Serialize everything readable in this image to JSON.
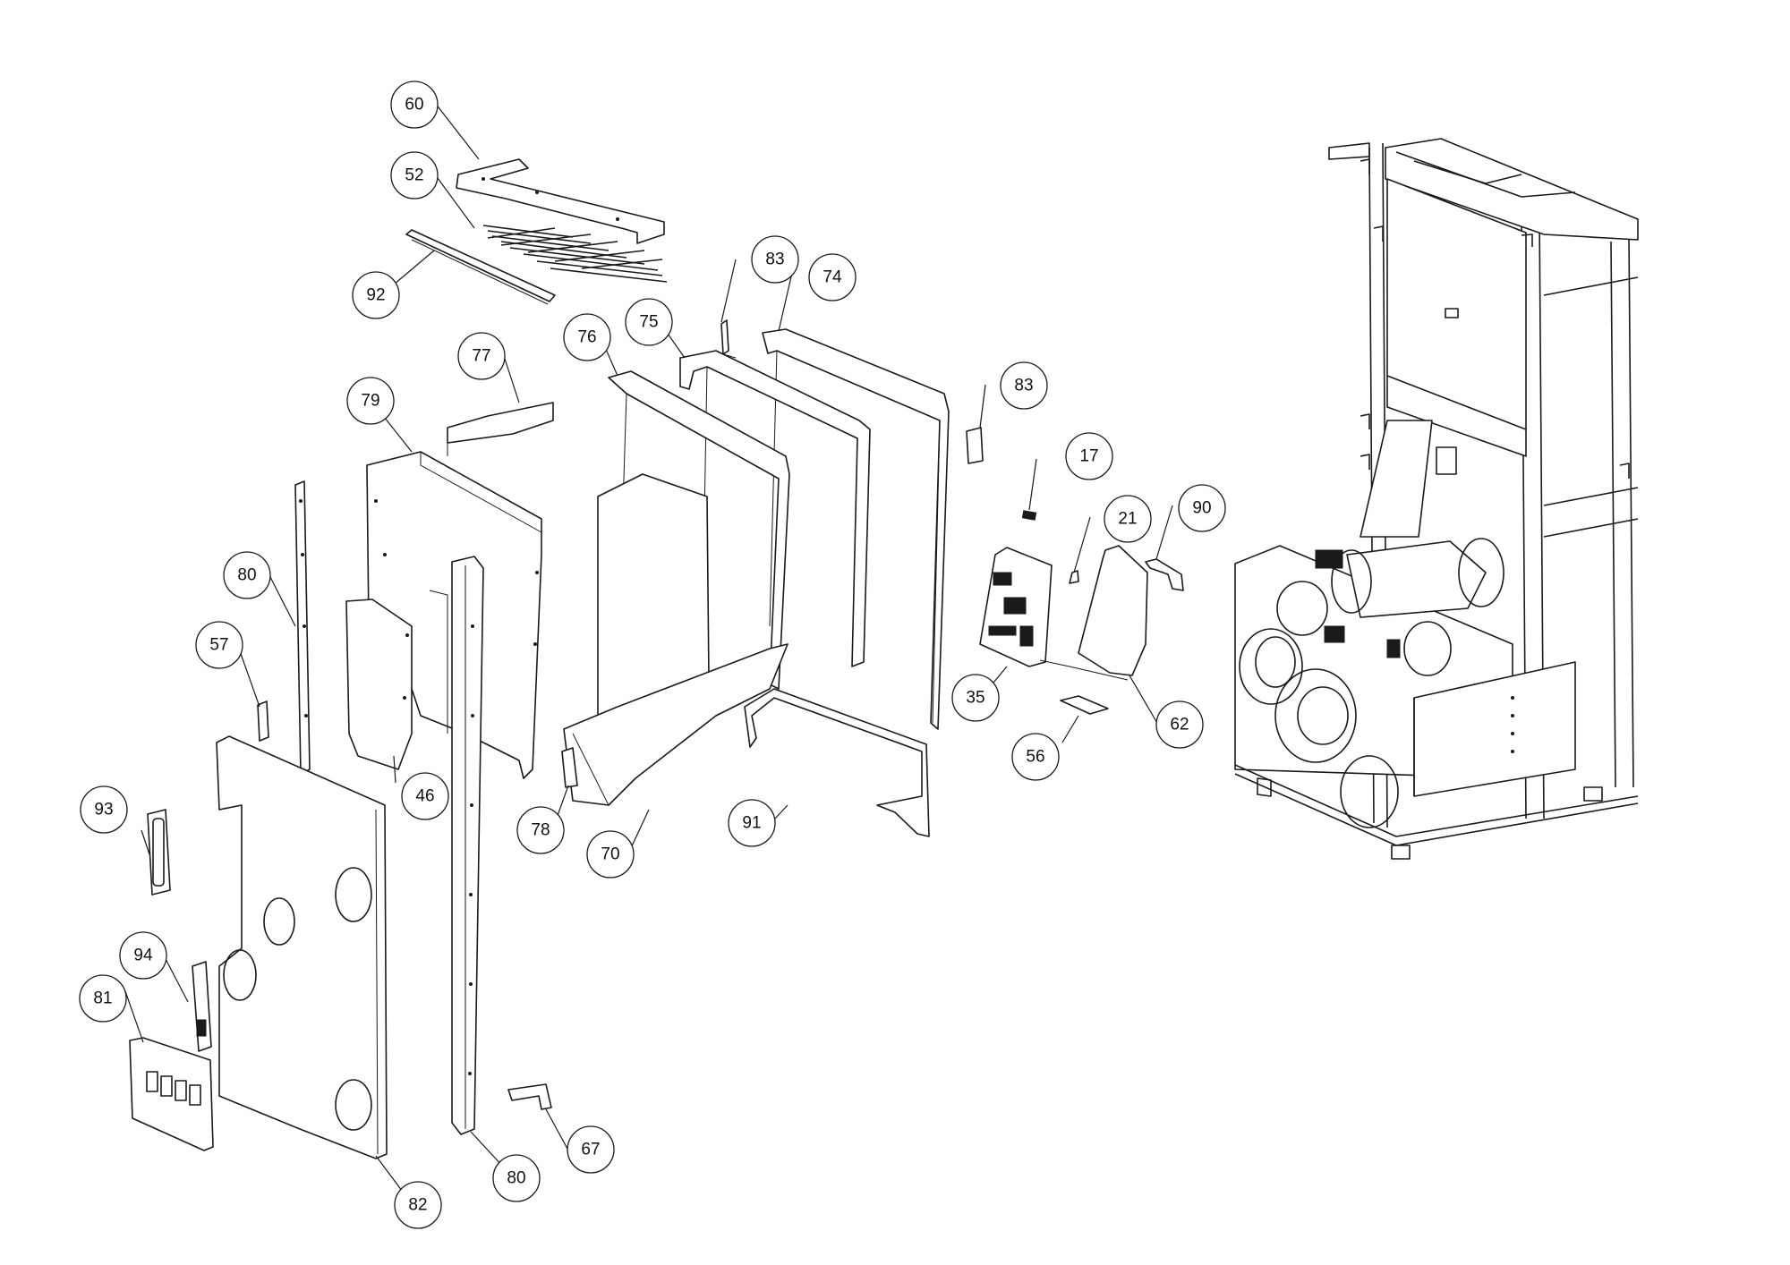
{
  "diagram": {
    "callouts": [
      {
        "label": "60"
      },
      {
        "label": "52"
      },
      {
        "label": "92"
      },
      {
        "label": "83"
      },
      {
        "label": "74"
      },
      {
        "label": "75"
      },
      {
        "label": "76"
      },
      {
        "label": "77"
      },
      {
        "label": "79"
      },
      {
        "label": "83"
      },
      {
        "label": "17"
      },
      {
        "label": "21"
      },
      {
        "label": "90"
      },
      {
        "label": "80"
      },
      {
        "label": "57"
      },
      {
        "label": "46"
      },
      {
        "label": "78"
      },
      {
        "label": "70"
      },
      {
        "label": "91"
      },
      {
        "label": "35"
      },
      {
        "label": "62"
      },
      {
        "label": "56"
      },
      {
        "label": "93"
      },
      {
        "label": "94"
      },
      {
        "label": "81"
      },
      {
        "label": "82"
      },
      {
        "label": "80"
      },
      {
        "label": "67"
      }
    ]
  }
}
